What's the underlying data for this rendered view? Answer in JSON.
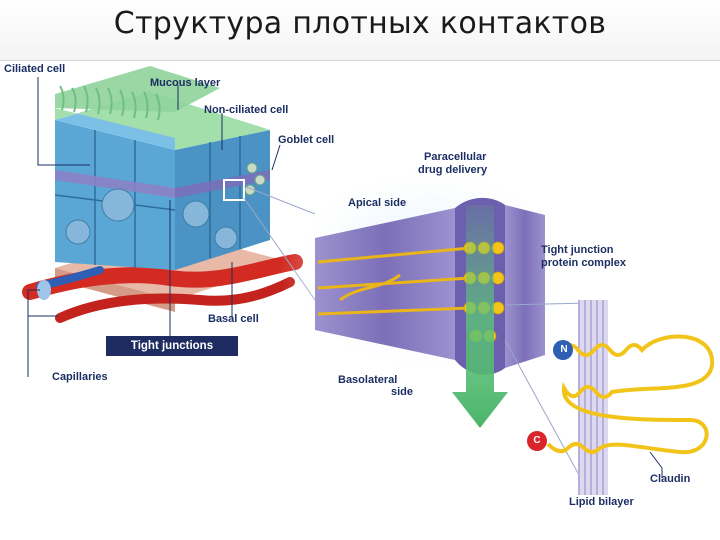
{
  "title": "Структура плотных контактов",
  "labels": {
    "ciliated_cell": "Ciliated cell",
    "mucous_layer": "Mucous layer",
    "non_ciliated_cell": "Non-ciliated cell",
    "goblet_cell": "Goblet cell",
    "paracellular_line1": "Paracellular",
    "paracellular_line2": "drug delivery",
    "apical_side": "Apical side",
    "tight_junction_complex_line1": "Tight junction",
    "tight_junction_complex_line2": "protein complex",
    "basal_cell": "Basal cell",
    "tight_junctions": "Tight junctions",
    "capillaries": "Capillaries",
    "basolateral_line1": "Basolateral",
    "basolateral_line2": "side",
    "n_terminus": "N",
    "c_terminus": "C",
    "claudin": "Claudin",
    "lipid_bilayer": "Lipid bilayer"
  },
  "colors": {
    "title_bar": "#f4f4f4",
    "label_text": "#1c2f63",
    "cell_blue": "#4f9fd0",
    "mucus_green": "#8fd39b",
    "membrane_purple": "#8e7fc6",
    "protein_yellow": "#f2c41a",
    "capillary_red": "#d32a22",
    "arrow_green": "#5cc27a",
    "n_terminus": "#2e5fb3",
    "c_terminus": "#d9262b"
  }
}
